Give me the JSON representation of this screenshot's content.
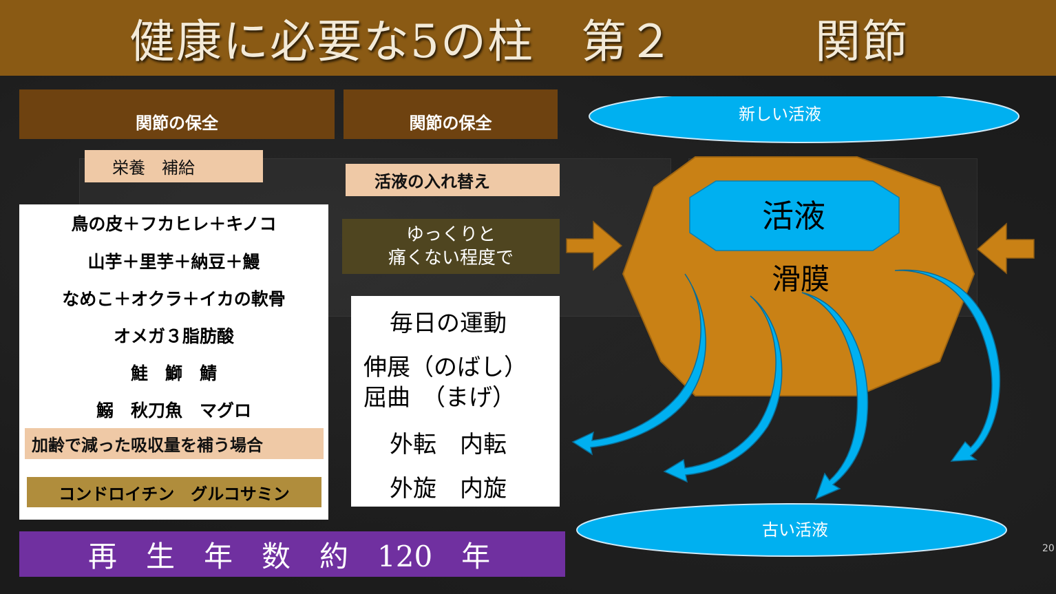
{
  "title": "健康に必要な5の柱　第２　　　関節",
  "left_column": {
    "header": "関節の保全",
    "nutrition_label": "栄養　補給",
    "foods": [
      "鳥の皮＋フカヒレ＋キノコ",
      "山芋＋里芋＋納豆＋鰻",
      "なめこ＋オクラ＋イカの軟骨",
      "オメガ３脂肪酸",
      "鮭　鰤　鯖",
      "鰯　秋刀魚　マグロ"
    ],
    "elderly_note": "加齢で減った吸収量を補う場合",
    "supplements": "コンドロイチン　グルコサミン"
  },
  "middle_column": {
    "header": "関節の保全",
    "fluid_label": "活液の入れ替え",
    "method": "ゆっくりと\n痛くない程度で",
    "exercise_title": "毎日の運動",
    "exercises": [
      "伸展（のばし）",
      "屈曲　（まげ）",
      "外転　内転",
      "外旋　内旋"
    ]
  },
  "bottom_banner": "再　生　年　数　約　120　年",
  "diagram": {
    "new_fluid": "新しい活液",
    "inner_fluid": "活液",
    "membrane": "滑膜",
    "old_fluid": "古い活液",
    "colors": {
      "membrane": "#c98115",
      "fluid": "#00b0f0",
      "arrow_fill": "#00b0f0"
    }
  },
  "page_number": "20"
}
